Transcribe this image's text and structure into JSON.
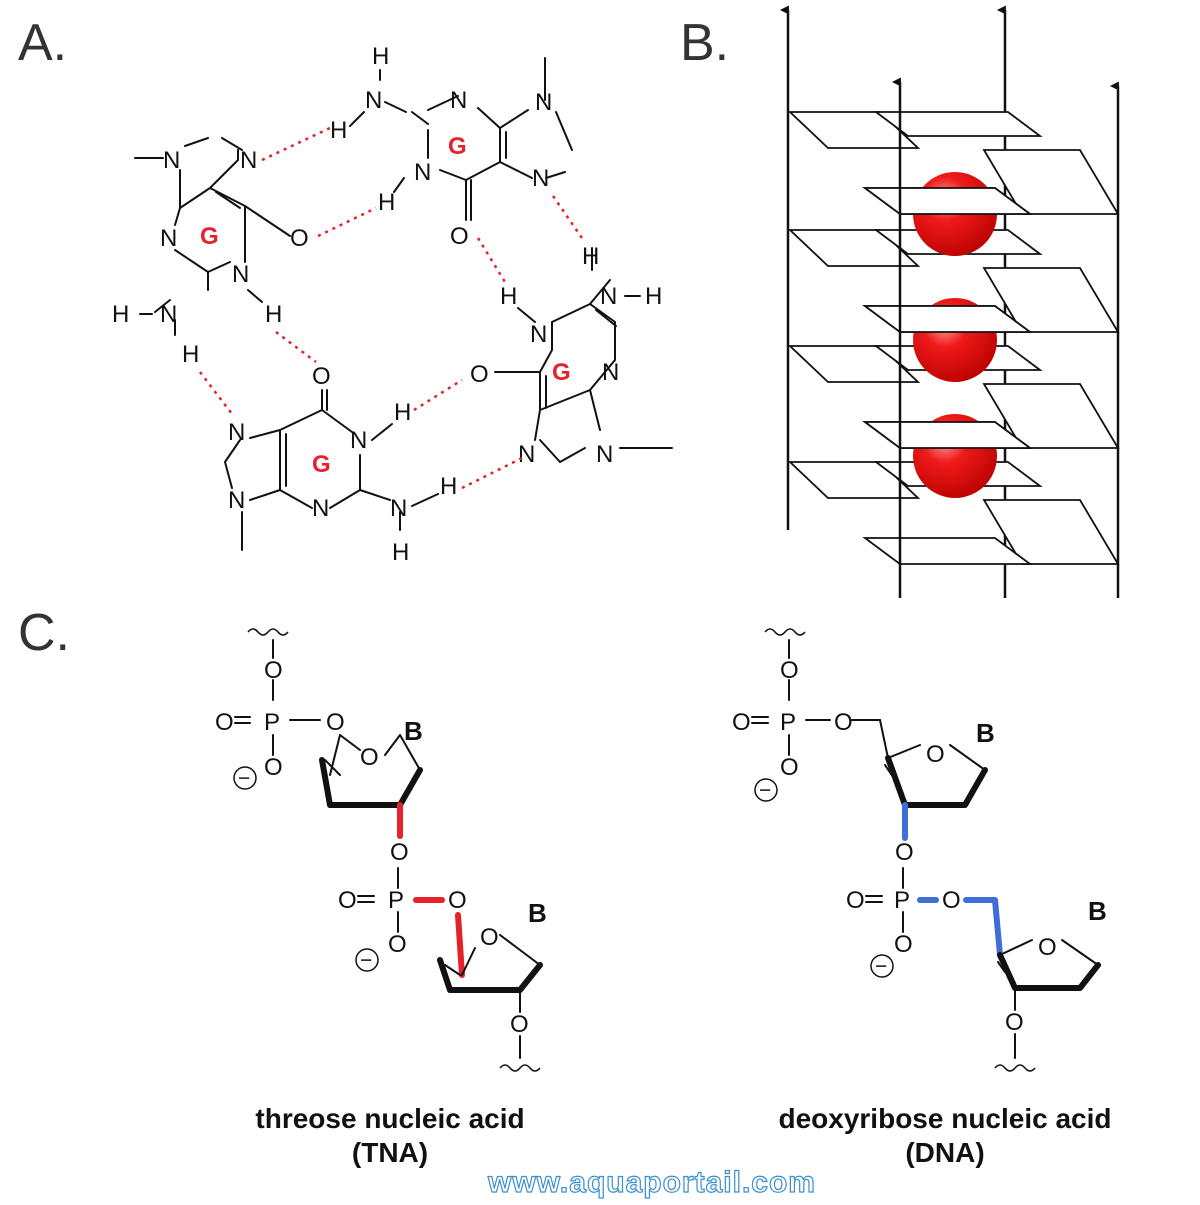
{
  "panel_labels": {
    "a": "A.",
    "b": "B.",
    "c": "C."
  },
  "guanine_label": "G",
  "atoms": {
    "N": "N",
    "H": "H",
    "O": "O",
    "P": "P",
    "B": "B",
    "minus": "−"
  },
  "captions": {
    "tna_line1": "threose nucleic acid",
    "tna_line2": "(TNA)",
    "dna_line1": "deoxyribose nucleic acid",
    "dna_line2": "(DNA)"
  },
  "watermark": "www.aquaportail.com",
  "colors": {
    "hbond": "#e8202a",
    "guanine": "#e8202a",
    "tna_linkage": "#e8202a",
    "dna_linkage": "#3e6fd8",
    "ion": "#dd0f12",
    "watermark": "#3a8fd1"
  }
}
